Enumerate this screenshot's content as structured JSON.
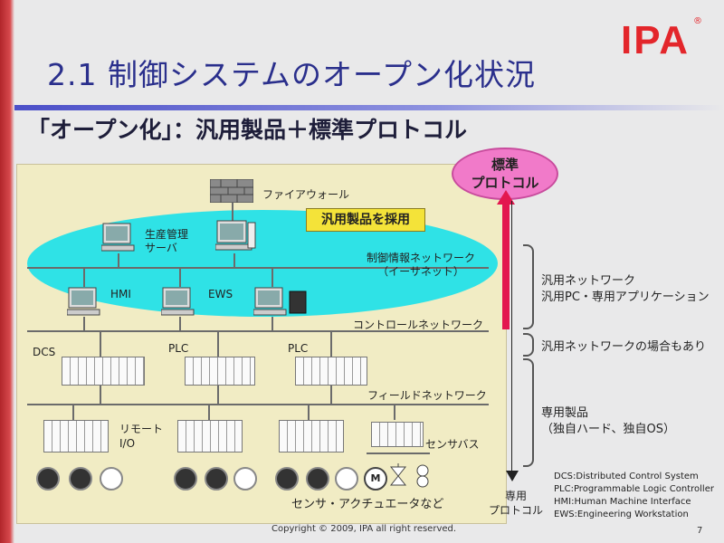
{
  "slide": {
    "title": "2.1 制御システムのオープン化状況",
    "logo": "IPA",
    "logo_mark": "®",
    "subtitle": "「オープン化」：汎用製品＋標準プロトコル",
    "copyright": "Copyright ©  2009, IPA all right reserved.",
    "page_number": "7"
  },
  "diagram": {
    "firewall_label": "ファイアウォール",
    "production_server_label": "生産管理\nサーバ",
    "general_products_tag": "汎用製品を採用",
    "info_network_label": "制御情報ネットワーク\n（イーサネット）",
    "hmi_label": "HMI",
    "ews_label": "EWS",
    "control_network_label": "コントロールネットワーク",
    "dcs_label": "DCS",
    "plc1_label": "PLC",
    "plc2_label": "PLC",
    "field_network_label": "フィールドネットワーク",
    "remote_io_label": "リモート\nI/O",
    "sensor_bus_label": "センサバス",
    "motor_glyph": "M",
    "sensors_actuators_label": "センサ・アクチュエータなど",
    "standard_protocol_label": "標準\nプロトコル",
    "proprietary_protocol_label": "専用\nプロトコル"
  },
  "right_notes": {
    "general_network": "汎用ネットワーク\n汎用PC・専用アプリケーション",
    "sometimes_general": "汎用ネットワークの場合もあり",
    "proprietary_products": "専用製品\n（独自ハード、独自OS）"
  },
  "legend": [
    "DCS:Distributed Control System",
    "PLC:Programmable Logic Controller",
    "HMI:Human Machine Interface",
    "EWS:Engineering Workstation"
  ],
  "colors": {
    "title_blue": "#2a2f8c",
    "logo_red": "#e3262b",
    "oval_cyan": "#2fe2e6",
    "oval_pink": "#f17ac9",
    "arrow_red": "#e3174f",
    "tag_yellow": "#f4e339",
    "panel_beige": "#f1ecc4"
  }
}
